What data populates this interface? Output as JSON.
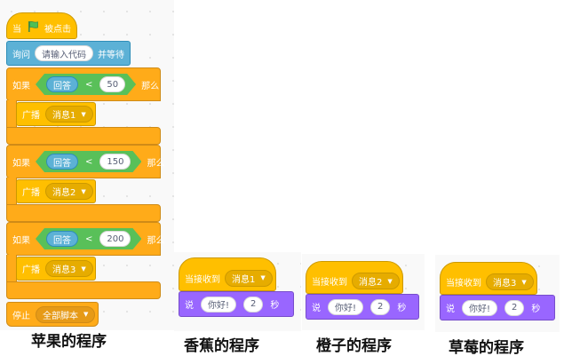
{
  "apple": {
    "when": "当",
    "clicked": "被点击",
    "ask_label": "询问",
    "ask_value": "请输入代码",
    "and_wait": "并等待",
    "if_blocks": [
      {
        "if": "如果",
        "answer": "回答",
        "op": "<",
        "value": "50",
        "then": "那么",
        "broadcast": "广播",
        "message": "消息1"
      },
      {
        "if": "如果",
        "answer": "回答",
        "op": "<",
        "value": "150",
        "then": "那么",
        "broadcast": "广播",
        "message": "消息2"
      },
      {
        "if": "如果",
        "answer": "回答",
        "op": "<",
        "value": "200",
        "then": "那么",
        "broadcast": "广播",
        "message": "消息3"
      }
    ],
    "stop_label": "停止",
    "stop_option": "全部脚本",
    "caption": "苹果的程序"
  },
  "sprites": [
    {
      "hat": "当接收到",
      "message": "消息1",
      "say": "说",
      "text": "你好!",
      "secs_value": "2",
      "secs": "秒",
      "caption": "香蕉的程序"
    },
    {
      "hat": "当接收到",
      "message": "消息2",
      "say": "说",
      "text": "你好!",
      "secs_value": "2",
      "secs": "秒",
      "caption": "橙子的程序"
    },
    {
      "hat": "当接收到",
      "message": "消息3",
      "say": "说",
      "text": "你好!",
      "secs_value": "2",
      "secs": "秒",
      "caption": "草莓的程序"
    }
  ],
  "colors": {
    "events": "#ffbf00",
    "sensing": "#5cb1d6",
    "control": "#ffab19",
    "operators": "#59c059",
    "looks": "#9966ff",
    "flag": "#4cbf56"
  },
  "icons": [
    "green-flag-icon",
    "dropdown-caret-icon"
  ]
}
